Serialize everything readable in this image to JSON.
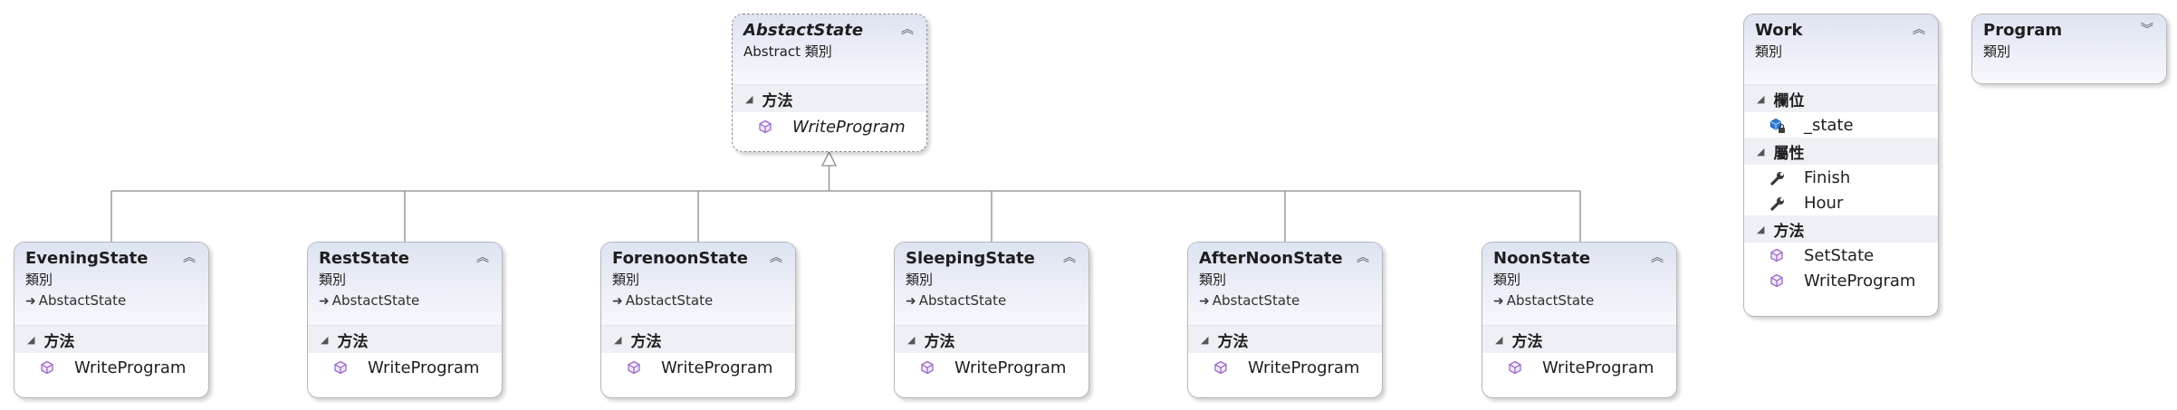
{
  "classes": {
    "abstact_state": {
      "name": "AbstactState",
      "kind": "Abstract 類別",
      "sections": [
        {
          "label": "方法",
          "members": [
            {
              "name": "WriteProgram",
              "icon": "method-icon"
            }
          ]
        }
      ]
    },
    "evening_state": {
      "name": "EveningState",
      "kind": "類別",
      "base": "AbstactState",
      "sections": [
        {
          "label": "方法",
          "members": [
            {
              "name": "WriteProgram",
              "icon": "method-icon"
            }
          ]
        }
      ]
    },
    "rest_state": {
      "name": "RestState",
      "kind": "類別",
      "base": "AbstactState",
      "sections": [
        {
          "label": "方法",
          "members": [
            {
              "name": "WriteProgram",
              "icon": "method-icon"
            }
          ]
        }
      ]
    },
    "forenoon_state": {
      "name": "ForenoonState",
      "kind": "類別",
      "base": "AbstactState",
      "sections": [
        {
          "label": "方法",
          "members": [
            {
              "name": "WriteProgram",
              "icon": "method-icon"
            }
          ]
        }
      ]
    },
    "sleeping_state": {
      "name": "SleepingState",
      "kind": "類別",
      "base": "AbstactState",
      "sections": [
        {
          "label": "方法",
          "members": [
            {
              "name": "WriteProgram",
              "icon": "method-icon"
            }
          ]
        }
      ]
    },
    "afternoon_state": {
      "name": "AfterNoonState",
      "kind": "類別",
      "base": "AbstactState",
      "sections": [
        {
          "label": "方法",
          "members": [
            {
              "name": "WriteProgram",
              "icon": "method-icon"
            }
          ]
        }
      ]
    },
    "noon_state": {
      "name": "NoonState",
      "kind": "類別",
      "base": "AbstactState",
      "sections": [
        {
          "label": "方法",
          "members": [
            {
              "name": "WriteProgram",
              "icon": "method-icon"
            }
          ]
        }
      ]
    },
    "work": {
      "name": "Work",
      "kind": "類別",
      "sections": [
        {
          "label": "欄位",
          "members": [
            {
              "name": "_state",
              "icon": "private-field-icon"
            }
          ]
        },
        {
          "label": "屬性",
          "members": [
            {
              "name": "Finish",
              "icon": "property-wrench-icon"
            },
            {
              "name": "Hour",
              "icon": "property-wrench-icon"
            }
          ]
        },
        {
          "label": "方法",
          "members": [
            {
              "name": "SetState",
              "icon": "method-icon"
            },
            {
              "name": "WriteProgram",
              "icon": "method-icon"
            }
          ]
        }
      ]
    },
    "program": {
      "name": "Program",
      "kind": "類別"
    }
  },
  "icons": {
    "collapse": "chevron-up-double-icon",
    "expand": "chevron-down-double-icon",
    "section_toggle": "triangle-collapse-icon",
    "inherits": "inherits-arrow-icon"
  },
  "colors": {
    "header_gradient_top": "#dde3f1",
    "section_band": "#eef0f6",
    "border": "#b6b6be",
    "method_icon": "#9c6ac8",
    "field_icon": "#2b7bd0",
    "connector": "#8a8a8a"
  }
}
